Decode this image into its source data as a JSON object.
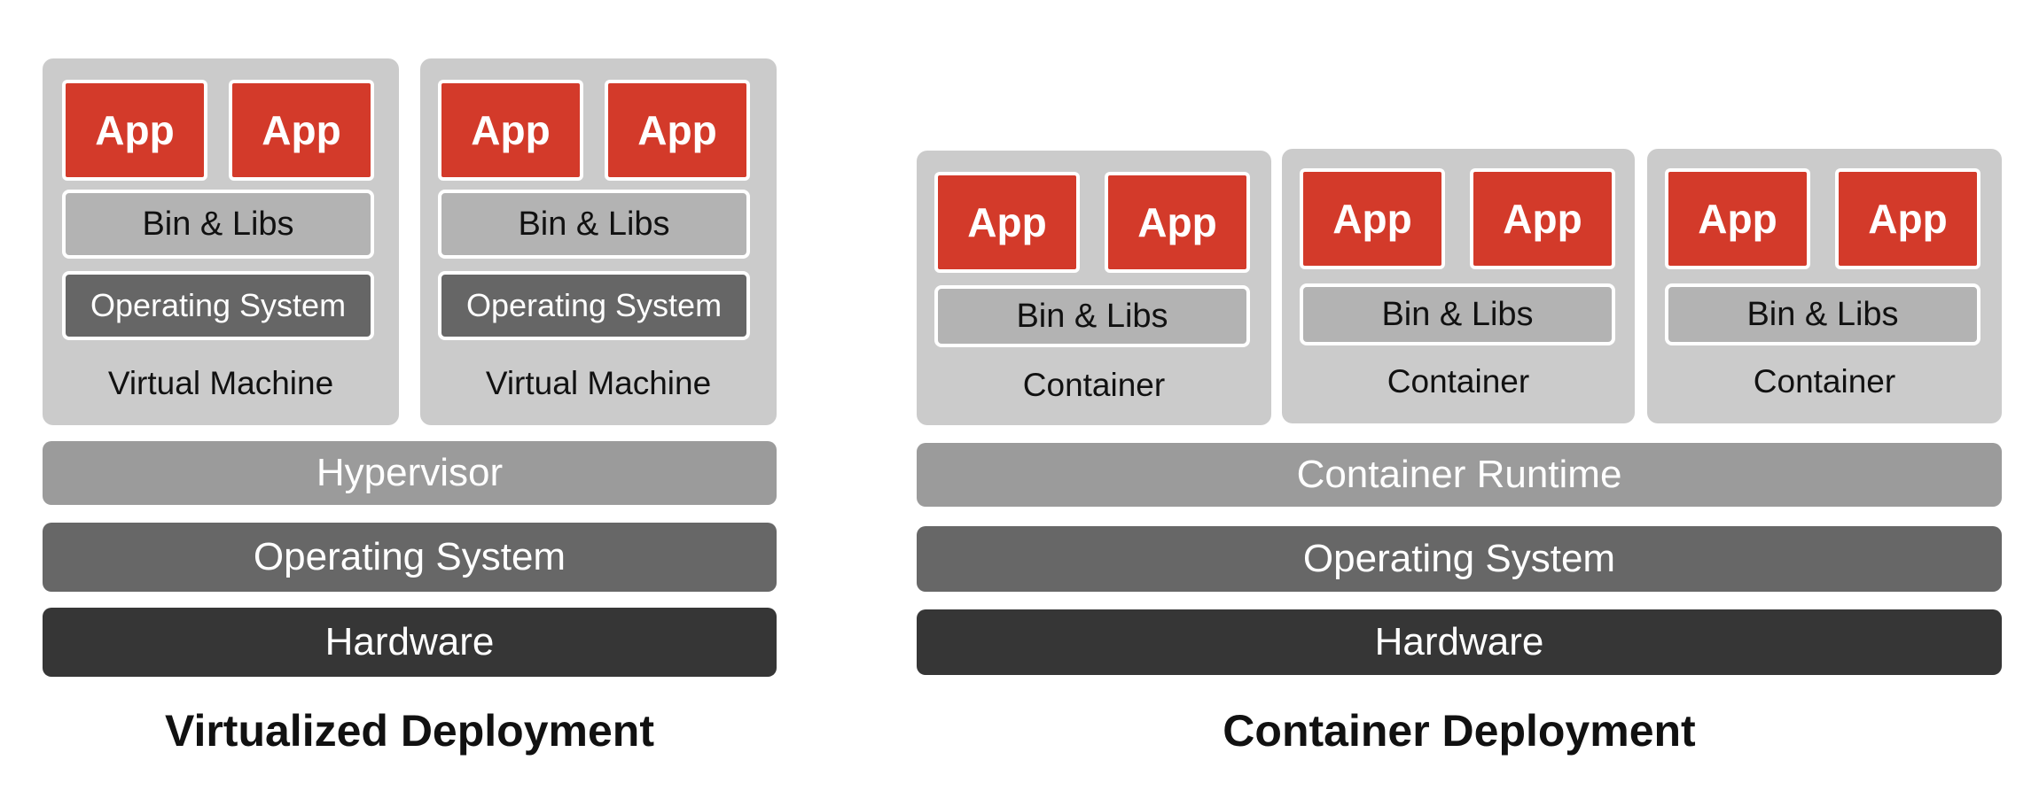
{
  "virtualized": {
    "title": "Virtualized Deployment",
    "vms": [
      {
        "apps": [
          "App",
          "App"
        ],
        "bins": "Bin & Libs",
        "os": "Operating System",
        "label": "Virtual Machine"
      },
      {
        "apps": [
          "App",
          "App"
        ],
        "bins": "Bin & Libs",
        "os": "Operating System",
        "label": "Virtual Machine"
      }
    ],
    "layers": {
      "hypervisor": "Hypervisor",
      "os": "Operating System",
      "hardware": "Hardware"
    }
  },
  "container": {
    "title": "Container Deployment",
    "containers": [
      {
        "apps": [
          "App",
          "App"
        ],
        "bins": "Bin & Libs",
        "label": "Container"
      },
      {
        "apps": [
          "App",
          "App"
        ],
        "bins": "Bin & Libs",
        "label": "Container"
      },
      {
        "apps": [
          "App",
          "App"
        ],
        "bins": "Bin & Libs",
        "label": "Container"
      }
    ],
    "layers": {
      "runtime": "Container Runtime",
      "os": "Operating System",
      "hardware": "Hardware"
    }
  },
  "colors": {
    "app": "#d33a2a",
    "bins": "#b3b3b3",
    "box": "#cbcbcb",
    "hypervisor": "#9b9b9b",
    "os": "#676767",
    "hardware": "#363636"
  }
}
